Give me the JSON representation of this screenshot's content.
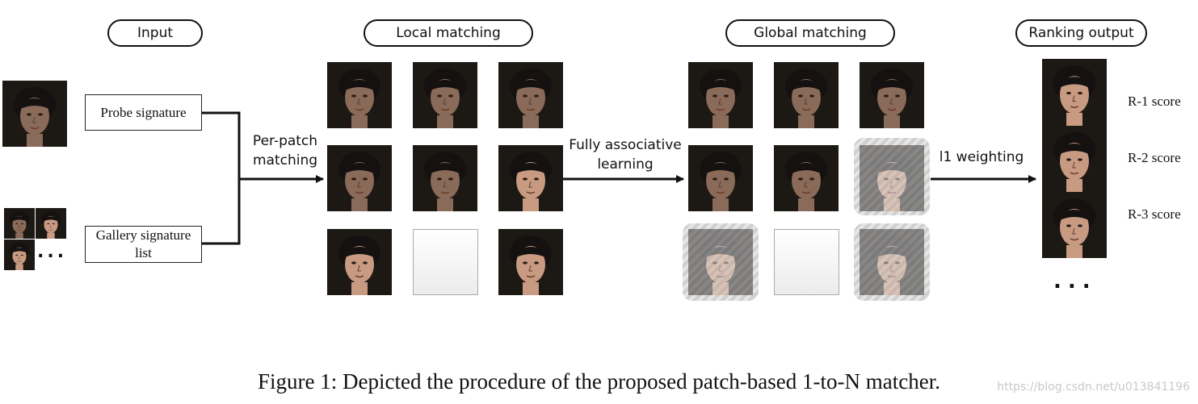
{
  "headers": {
    "input": "Input",
    "local": "Local matching",
    "global": "Global matching",
    "ranking": "Ranking output"
  },
  "signatures": {
    "probe": "Probe signature",
    "gallery_line1": "Gallery signature",
    "gallery_line2": "list"
  },
  "steps": {
    "per_patch_1": "Per-patch",
    "per_patch_2": "matching",
    "fully_1": "Fully associative",
    "fully_2": "learning",
    "weighting": "l1 weighting"
  },
  "scores": [
    "R-1 score",
    "R-2 score",
    "R-3 score"
  ],
  "gallery_ellipsis": "...",
  "ranking_ellipsis": "...",
  "caption": "Figure 1: Depicted the procedure of the proposed patch-based 1-to-N matcher.",
  "watermark": "https://blog.csdn.net/u013841196",
  "icons": {
    "face_dark": "face-dark-icon",
    "face_light": "face-light-icon",
    "face_faded": "face-faded-icon"
  },
  "colors": {
    "dark_bg": "#1c1814",
    "skin_dark": "#8a6a58",
    "skin_light": "#c89a82",
    "hair": "#141110"
  }
}
